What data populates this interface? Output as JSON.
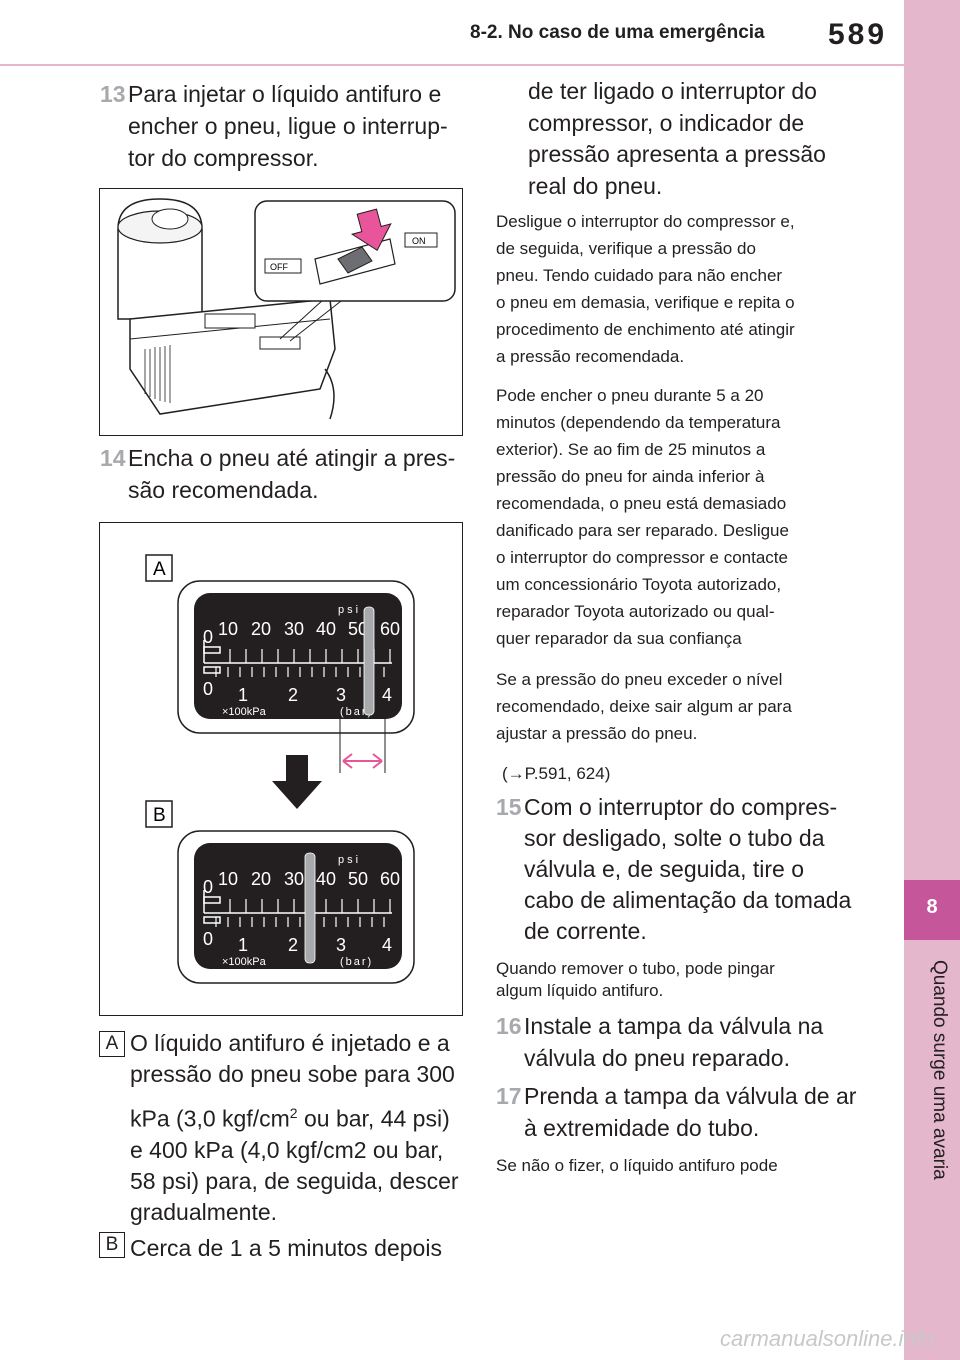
{
  "header": {
    "section": "8-2. No caso de uma emergência",
    "page": "589"
  },
  "sidetab": {
    "chapter": "8",
    "label": "Quando surge uma avaria"
  },
  "left": {
    "step13": {
      "num": "13",
      "lines": [
        "Para injetar o líquido antifuro e",
        "encher o pneu, ligue o interrup-",
        "tor do compressor."
      ]
    },
    "step14": {
      "num": "14",
      "lines": [
        "Encha o pneu até atingir a pres-",
        "são recomendada."
      ]
    },
    "figure1": {
      "switch_off": "OFF",
      "switch_on": "ON"
    },
    "figure2": {
      "label_a": "A",
      "label_b": "B",
      "psi_label": "psi",
      "psi_ticks": [
        "0",
        "10",
        "20",
        "30",
        "40",
        "50",
        "60"
      ],
      "bar_ticks": [
        "0",
        "1",
        "2",
        "3",
        "4"
      ],
      "unit_kpa": "×100kPa",
      "unit_bar": "(bar)"
    },
    "note_a": {
      "letter": "A",
      "lines": [
        "O líquido antifuro é injetado e a",
        "pressão do pneu sobe para 300"
      ],
      "line3_pre": "kPa (3,0 kgf/cm",
      "line3_sup": "2",
      "line3_post": " ou bar, 44 psi)",
      "lines2": [
        "e 400 kPa (4,0 kgf/cm2 ou bar,",
        "58 psi) para, de seguida, descer",
        "gradualmente."
      ]
    },
    "note_b": {
      "letter": "B",
      "line": "Cerca de 1 a 5 minutos depois"
    }
  },
  "right": {
    "cont_lines": [
      "de ter ligado o interruptor do",
      "compressor, o indicador de",
      "pressão apresenta a pressão",
      "real do pneu."
    ],
    "p1": [
      "Desligue o interruptor do compressor e,",
      "de seguida, verifique a pressão do",
      "pneu. Tendo cuidado para não encher",
      "o pneu em demasia, verifique e repita o",
      "procedimento de enchimento até atingir",
      "a pressão recomendada."
    ],
    "p2": [
      "Pode encher o pneu durante 5 a 20",
      "minutos (dependendo da temperatura",
      "exterior). Se ao fim de 25 minutos a",
      "pressão do pneu for ainda inferior à",
      "recomendada, o pneu está demasiado",
      "danificado para ser reparado. Desligue",
      "o interruptor do compressor e contacte",
      "um concessionário Toyota autorizado,",
      "reparador Toyota autorizado ou qual-",
      "quer reparador da sua confiança"
    ],
    "p3": [
      "Se a pressão do pneu exceder o nível",
      "recomendado, deixe sair algum ar para",
      "ajustar a pressão do pneu."
    ],
    "ref": "(→P.591, 624)",
    "step15": {
      "num": "15",
      "lines": [
        "Com o interruptor do compres-",
        "sor desligado, solte o tubo da",
        "válvula e, de seguida, tire o",
        "cabo de alimentação da tomada",
        "de corrente."
      ]
    },
    "p4": [
      "Quando remover o tubo, pode pingar",
      "algum líquido antifuro."
    ],
    "step16": {
      "num": "16",
      "lines": [
        "Instale a tampa da válvula na",
        "válvula do pneu reparado."
      ]
    },
    "step17": {
      "num": "17",
      "lines": [
        "Prenda a tampa da válvula de ar",
        "à extremidade do tubo."
      ]
    },
    "p5": "Se não o fizer, o líquido antifuro pode"
  },
  "watermark": "carmanualsonline.info"
}
